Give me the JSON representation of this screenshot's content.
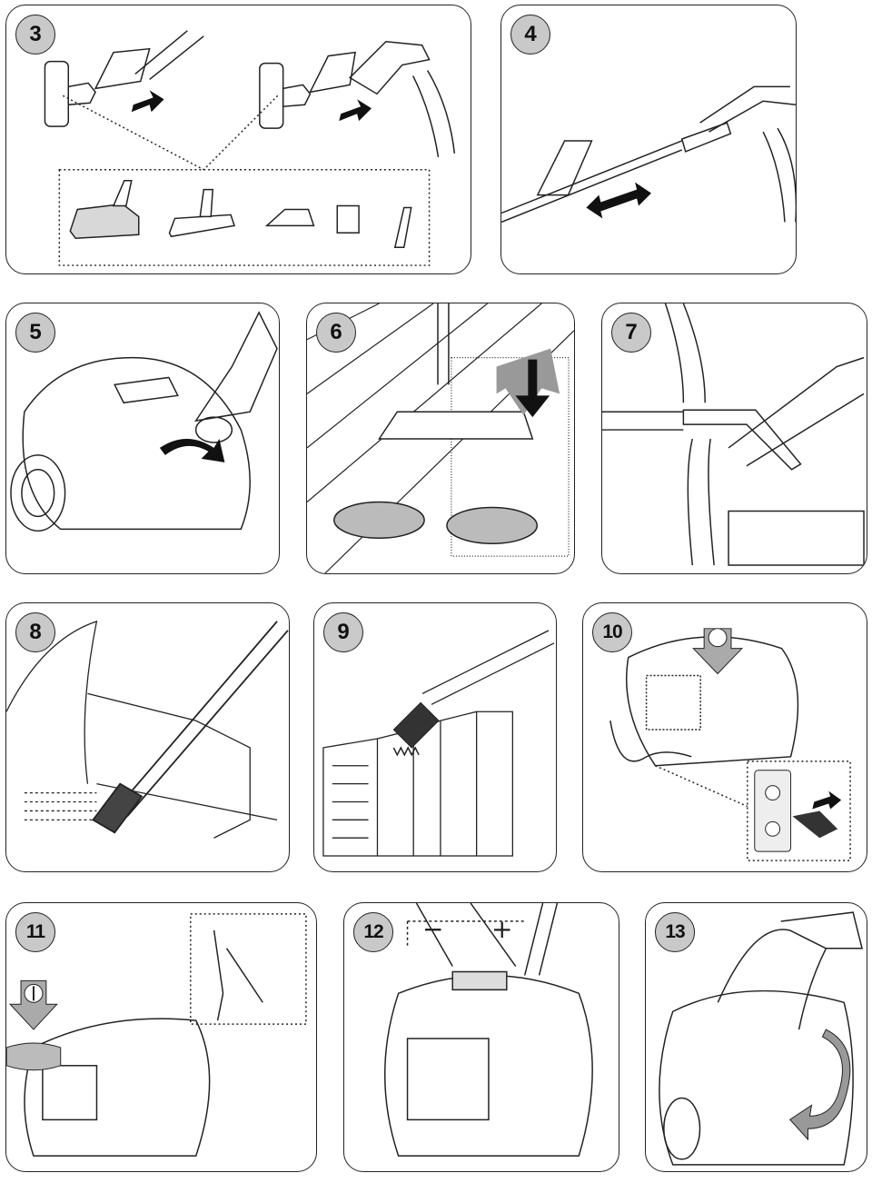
{
  "panels": [
    {
      "number": "3"
    },
    {
      "number": "4"
    },
    {
      "number": "5"
    },
    {
      "number": "6"
    },
    {
      "number": "7"
    },
    {
      "number": "8"
    },
    {
      "number": "9"
    },
    {
      "number": "10"
    },
    {
      "number": "11"
    },
    {
      "number": "12"
    },
    {
      "number": "13"
    }
  ],
  "power_level": {
    "minus_label": "−",
    "plus_label": "+"
  },
  "icons": [
    "hose-connect-icon",
    "tube-extend-icon",
    "rotate-arrow-icon",
    "floor-nozzle-icon",
    "carpet-nozzle-icon",
    "crevice-tool-icon",
    "brush-tool-icon",
    "plug-icon",
    "socket-icon",
    "power-button-icon",
    "cord-rewind-icon",
    "lid-open-icon"
  ]
}
